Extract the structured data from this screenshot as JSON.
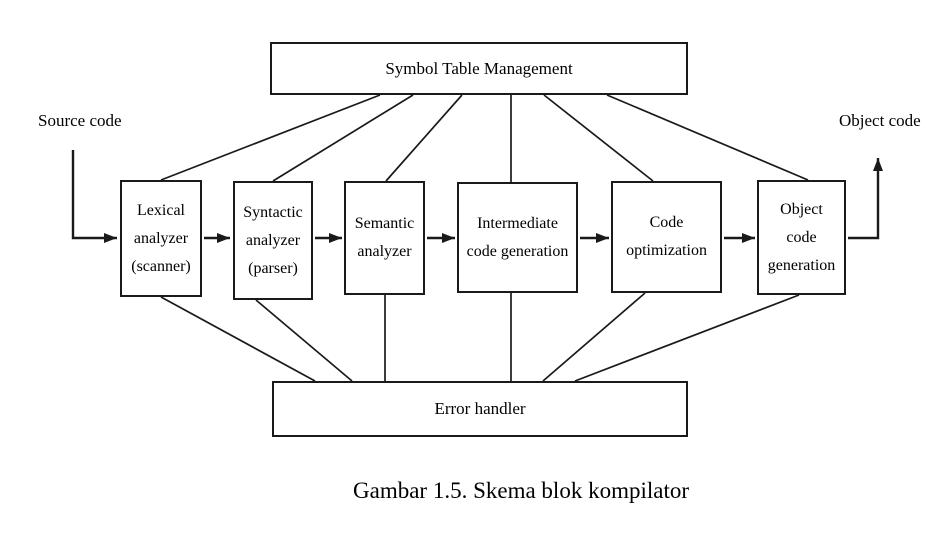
{
  "page": {
    "background_color": "#ffffff",
    "ink_color": "#1a1a1a"
  },
  "diagram": {
    "title_box": {
      "label": "Symbol Table Management"
    },
    "source_label": "Source code",
    "object_label": "Object code",
    "stage_boxes": [
      {
        "name": "lexical-analyzer",
        "lines": [
          "Lexical",
          "analyzer",
          "(scanner)"
        ]
      },
      {
        "name": "syntactic-analyzer",
        "lines": [
          "Syntactic",
          "analyzer",
          "(parser)"
        ]
      },
      {
        "name": "semantic-analyzer",
        "lines": [
          "Semantic",
          "analyzer"
        ]
      },
      {
        "name": "intermediate-code-generation",
        "lines": [
          "Intermediate",
          "code generation"
        ]
      },
      {
        "name": "code-optimization",
        "lines": [
          "Code",
          "optimization"
        ]
      },
      {
        "name": "object-code-generation",
        "lines": [
          "Object",
          "code",
          "generation"
        ]
      }
    ],
    "error_box": {
      "label": "Error handler"
    }
  },
  "caption": {
    "text": "Gambar 1.5. Skema blok kompilator"
  }
}
